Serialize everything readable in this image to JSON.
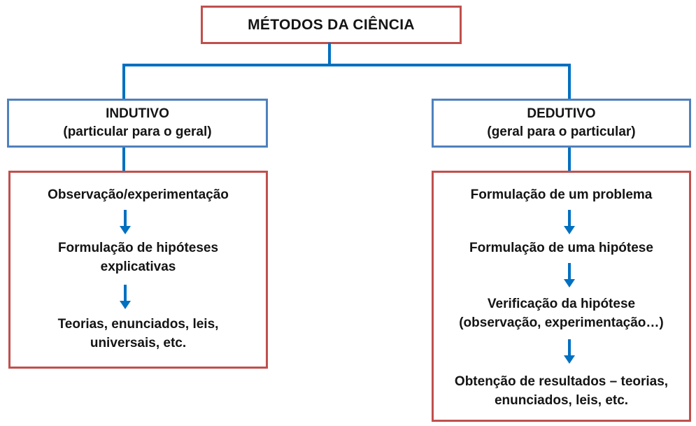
{
  "title": "MÉTODOS DA CIÊNCIA",
  "colors": {
    "red_border": "#C0504D",
    "blue_border": "#4F81BD",
    "connector_blue": "#0070C0",
    "text": "#141414",
    "background": "#FFFFFF"
  },
  "branches": {
    "inductive": {
      "header": "INDUTIVO",
      "header_subtitle": "(particular para o geral)",
      "steps": [
        "Observação/experimentação",
        "Formulação de hipóteses\nexplicativas",
        "Teorias, enunciados, leis,\nuniversais, etc."
      ]
    },
    "deductive": {
      "header": "DEDUTIVO",
      "header_subtitle": "(geral para o particular)",
      "steps": [
        "Formulação de um problema",
        "Formulação de uma hipótese",
        "Verificação da hipótese\n(observação, experimentação…)",
        "Obtenção de resultados – teorias,\nenunciados, leis, etc."
      ]
    }
  },
  "icons": {
    "down_arrow": "down-arrow-icon"
  }
}
